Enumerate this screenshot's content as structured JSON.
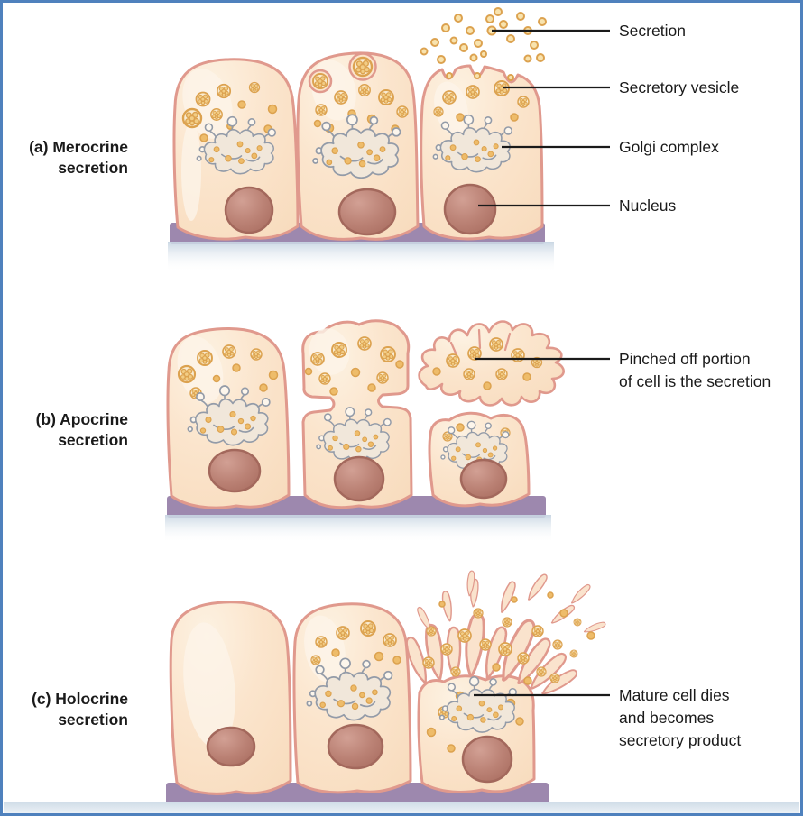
{
  "colors": {
    "frame_border": "#4f81bd",
    "cell_outline": "#e0998d",
    "vesicle_outline": "#dca24f",
    "vesicle_fill": "#f9ecd2",
    "golgi_outline": "#939ba8",
    "golgi_fill": "#f1e7da",
    "basement_membrane": "#9d88ae",
    "label_text": "#1a1a1a"
  },
  "panels": [
    {
      "id": "a",
      "label_line1": "(a) Merocrine",
      "label_line2": "secretion"
    },
    {
      "id": "b",
      "label_line1": "(b) Apocrine",
      "label_line2": "secretion"
    },
    {
      "id": "c",
      "label_line1": "(c) Holocrine",
      "label_line2": "secretion"
    }
  ],
  "annotations": {
    "secretion": "Secretion",
    "secretory_vesicle": "Secretory vesicle",
    "golgi_complex": "Golgi complex",
    "nucleus": "Nucleus",
    "pinched_line1": "Pinched off portion",
    "pinched_line2": "of cell is the secretion",
    "mature_line1": "Mature cell dies",
    "mature_line2": "and becomes",
    "mature_line3": "secretory product"
  }
}
